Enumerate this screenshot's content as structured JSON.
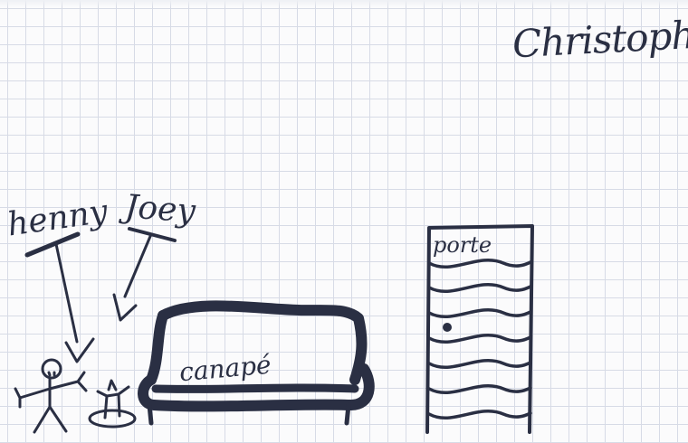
{
  "drawing": {
    "signature": "Christopher",
    "labels": {
      "henny": "henny",
      "joey": "Joey",
      "canape": "canapé",
      "porte": "porte"
    }
  },
  "colors": {
    "ink": "#2a2f43",
    "paper": "#fbfbfc",
    "grid": "#d7dbe6"
  }
}
